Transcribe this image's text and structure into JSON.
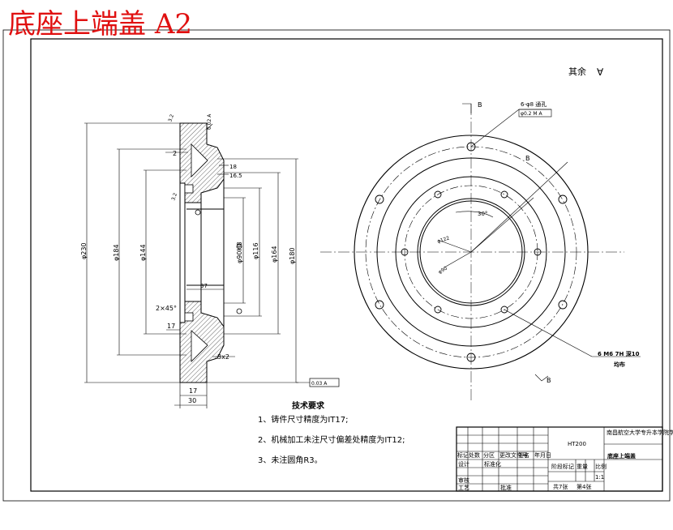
{
  "title": {
    "main": "底座上端盖",
    "sheet_size": "A2"
  },
  "surface_note": {
    "text": "其余",
    "symbol": "∀"
  },
  "section_labels": {
    "view_b_top": "B",
    "view_b_right": "B",
    "view_b_bottom": "B"
  },
  "left_view_dims": {
    "d230": "φ230",
    "d184": "φ184",
    "d144": "φ144",
    "d90": "φ90H8",
    "d116": "φ116",
    "d164": "φ164",
    "d180": "φ180",
    "w37": "37",
    "w17_top": "17",
    "w17_bottom": "17",
    "w30": "30",
    "chamfer_2x45": "2×45°",
    "chamfer_3x2": "3x2",
    "d2": "2",
    "c18": "18",
    "c165": "16.5",
    "roughness_1": "3.2",
    "roughness_2": "3.2",
    "tol_top": "0.02 A",
    "tol_bottom": "0.03 A"
  },
  "right_view_dims": {
    "holes_callout": "6-φ8 通孔",
    "holes_tol": "φ0.2 M A",
    "angle_30": "30°",
    "pcd_inner": "φ122",
    "d_bore": "φ90",
    "thread_callout_1": "6 M6 7H 深10",
    "thread_callout_2": "均布"
  },
  "tech_requirements": {
    "heading": "技术要求",
    "items": [
      "1、铸件尺寸精度为IT17;",
      "2、机械加工未注尺寸偏差处精度为IT12;",
      "3、未注圆角R3。"
    ]
  },
  "title_block": {
    "material": "HT200",
    "company": "南昌航空大学专升本学院学号2017机械设计",
    "drawing_name": "底座上端盖",
    "scale": "1:1",
    "sheet_total": "共7张",
    "sheet_no": "第4张",
    "headers": [
      "标记",
      "处数",
      "分区",
      "更改文件号",
      "签名",
      "年月日"
    ],
    "roles": [
      "设计",
      "审核",
      "工艺"
    ],
    "std": "标准化",
    "approve": "批准",
    "stage": "阶段标记",
    "weight": "重量",
    "ratio": "比例"
  }
}
